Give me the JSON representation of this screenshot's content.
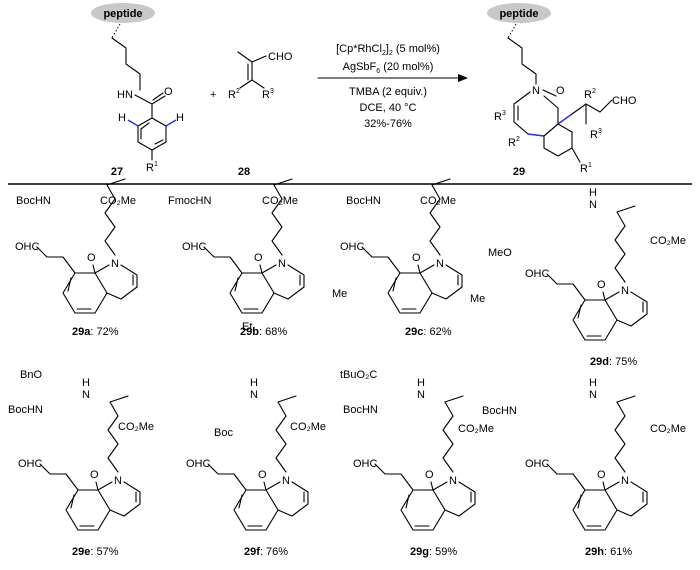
{
  "reaction": {
    "tag": "peptide",
    "starting_amide": {
      "id": "27",
      "nh_label": "HN",
      "o_label": "O",
      "h_label": "H",
      "r_label": "R",
      "r_sup": "1"
    },
    "plus": "+",
    "enal": {
      "id": "28",
      "cho_label": "CHO",
      "r2": "R",
      "r2_sup": "2",
      "r3": "R",
      "r3_sup": "3"
    },
    "conditions": [
      {
        "main": "[Cp*RhCl",
        "sub1": "2",
        "mid": "]",
        "sub2": "2",
        "tail": " (5 mol%)"
      },
      {
        "main": "AgSbF",
        "sub1": "6",
        "tail": " (20 mol%)"
      },
      {
        "main": "TMBA (2 equiv.)"
      },
      {
        "main": "DCE, 40 °C"
      },
      {
        "main": "32%-76%"
      }
    ],
    "product": {
      "id": "29",
      "n_label": "N",
      "o_label": "O",
      "cho_label": "CHO",
      "r_label": "R"
    }
  },
  "compounds": [
    {
      "id": "29a",
      "yield": "72%",
      "top_label": "BocHN",
      "ester": "CO₂Me",
      "cho": "OHC",
      "n_label": "N",
      "o_label": "O"
    },
    {
      "id": "29b",
      "yield": "68%",
      "top_label": "FmocHN",
      "ester": "CO₂Me",
      "cho": "OHC",
      "n_label": "N",
      "o_label": "O",
      "extra": "Et"
    },
    {
      "id": "29c",
      "yield": "62%",
      "top_label": "BocHN",
      "ester": "CO₂Me",
      "cho": "OHC",
      "n_label": "N",
      "o_label": "O",
      "extra": "Me",
      "extra2": "Me"
    },
    {
      "id": "29d",
      "yield": "75%",
      "top_label": "MeO",
      "ester": "CO₂Me",
      "cho": "OHC",
      "n_label": "N",
      "o_label": "O",
      "nh": "N",
      "h": "H"
    },
    {
      "id": "29e",
      "yield": "57%",
      "top_label": "BnO",
      "boc": "BocHN",
      "ester": "CO₂Me",
      "cho": "OHC",
      "n_label": "N",
      "o_label": "O",
      "nh": "N",
      "h": "H"
    },
    {
      "id": "29f",
      "yield": "76%",
      "boc": "Boc",
      "ester": "CO₂Me",
      "cho": "OHC",
      "n_label": "N",
      "o_label": "O",
      "nh": "N",
      "h": "H"
    },
    {
      "id": "29g",
      "yield": "59%",
      "top_label": "tBuO₂C",
      "boc": "BocHN",
      "ester": "CO₂Me",
      "cho": "OHC",
      "n_label": "N",
      "o_label": "O",
      "nh": "N",
      "h": "H"
    },
    {
      "id": "29h",
      "yield": "61%",
      "boc": "BocHN",
      "ester": "CO₂Me",
      "cho": "OHC",
      "n_label": "N",
      "o_label": "O",
      "nh": "N",
      "h": "H"
    }
  ],
  "colors": {
    "tag_fill": "#c8c8c8",
    "highlight": "#2233dd"
  }
}
